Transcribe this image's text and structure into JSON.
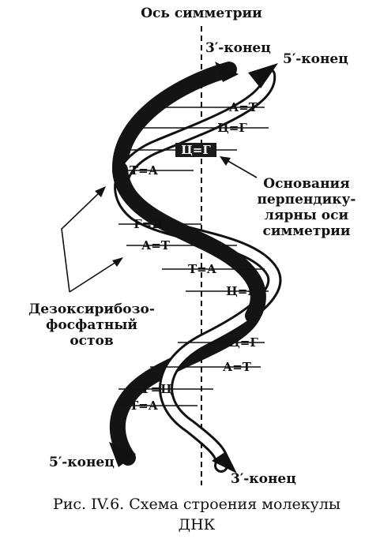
{
  "axis_label": "Ось симметрии",
  "ends": {
    "top_right_3": "3′-конец",
    "top_right_5": "5′-конец",
    "bottom_left_5": "5′-конец",
    "bottom_right_3": "3′-конец"
  },
  "base_pairs": [
    "А=Т",
    "Ц=Г",
    "Ц=Г",
    "Т=А",
    "Г=Ц",
    "А=Т",
    "Т=А",
    "Ц=Г",
    "Ц=Г",
    "А=Т",
    "Г=Ц",
    "Т=А"
  ],
  "annotation_bases": [
    "Основания",
    "перпендику-",
    "лярны оси",
    "симметрии"
  ],
  "annotation_backbone": [
    "Дезоксирибозо-",
    "фосфатный",
    "остов"
  ],
  "caption": [
    "Рис. IV.6. Схема строения молекулы",
    "ДНК"
  ]
}
